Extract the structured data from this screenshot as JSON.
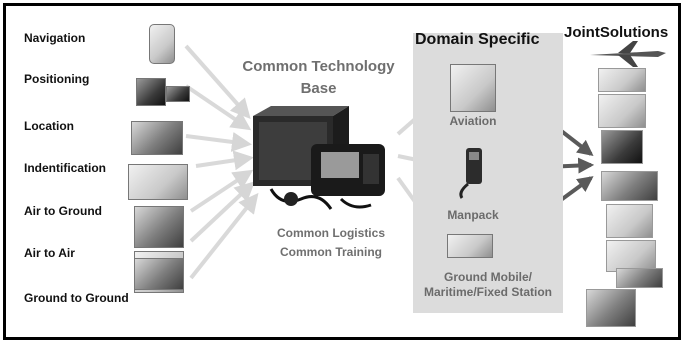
{
  "capabilities": [
    {
      "label": "Navigation"
    },
    {
      "label": "Positioning"
    },
    {
      "label": "Location"
    },
    {
      "label": "Indentification"
    },
    {
      "label": "Air to Ground"
    },
    {
      "label": "Air to Air"
    },
    {
      "label": "Ground to Ground"
    }
  ],
  "common_base": {
    "title_line1": "Common Technology",
    "title_line2": "Base",
    "logistics": "Common Logistics",
    "training": "Common Training"
  },
  "domain_specific": {
    "title": "Domain Specific",
    "items": [
      {
        "label": "Aviation"
      },
      {
        "label": "Manpack"
      },
      {
        "label_line1": "Ground Mobile/",
        "label_line2": "Maritime/Fixed Station"
      }
    ]
  },
  "joint_solutions": {
    "title": "JointSolutions",
    "icons": [
      "aircraft-icon",
      "formation-flight-icon",
      "jet-icon",
      "soldier-icon",
      "tank-icon",
      "ship-icon",
      "helicopter-icon",
      "ship-icon",
      "truck-icon"
    ]
  },
  "colors": {
    "frame": "#000000",
    "panel": "#dcdcdc",
    "heading_gray": "#6f6f6f",
    "arrow": "#5a5a5a",
    "light_arrow": "#d6d6d6"
  }
}
